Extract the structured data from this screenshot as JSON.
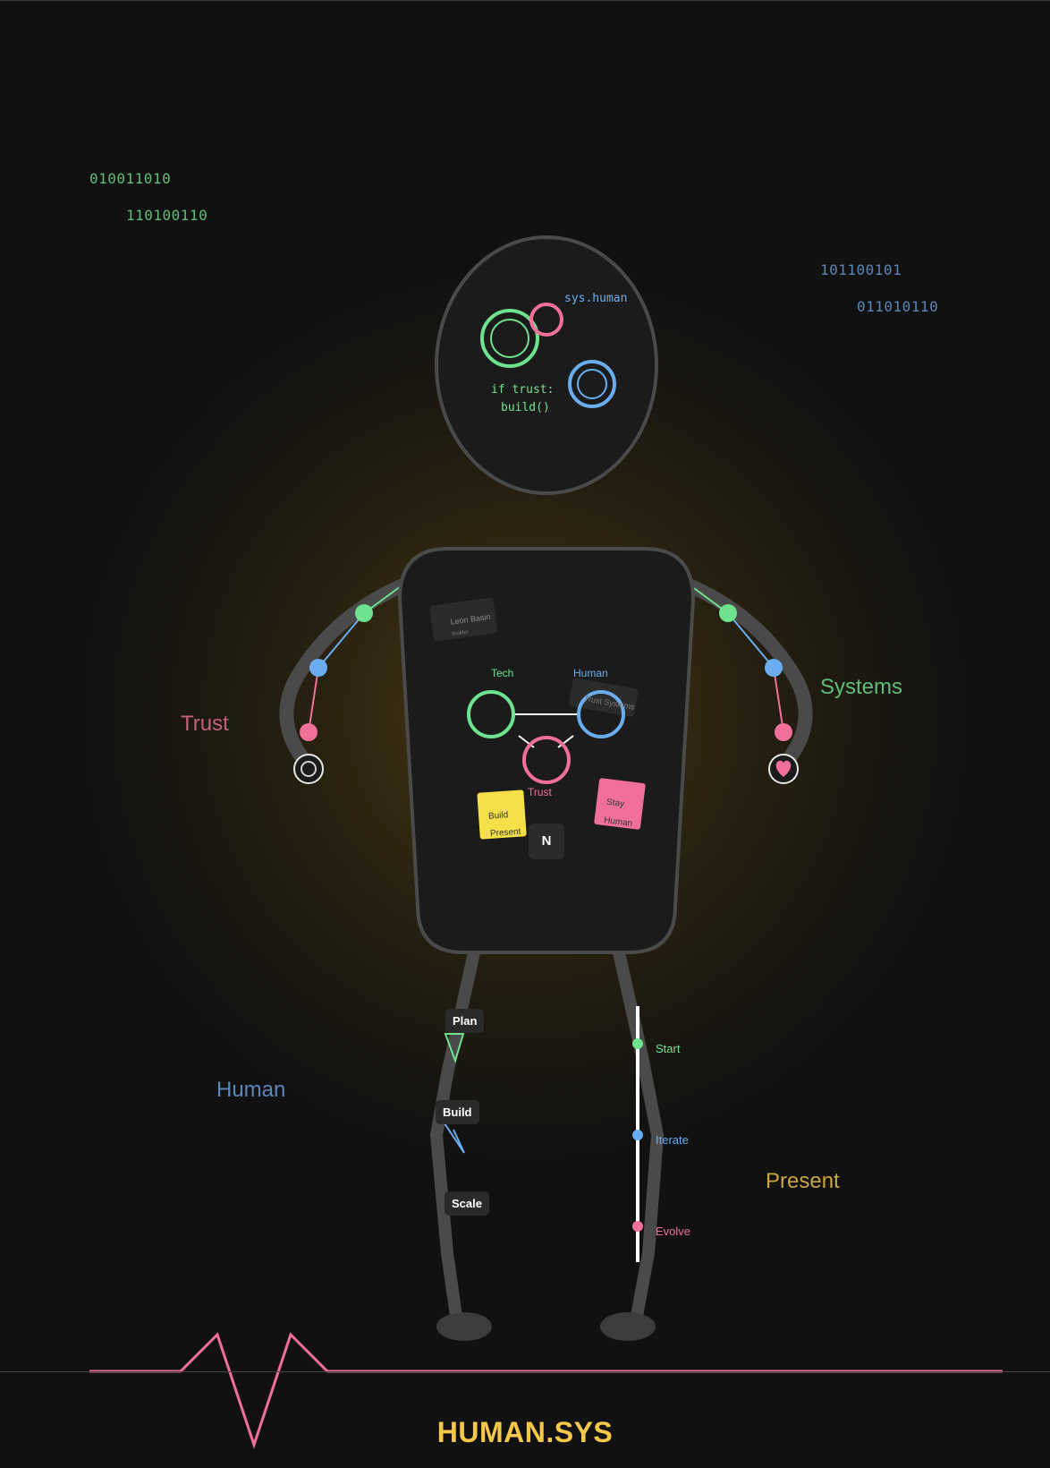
{
  "binary": {
    "top_left_1": "010011010",
    "top_left_2": "110100110",
    "top_right_1": "101100101",
    "top_right_2": "011010110"
  },
  "side_words": {
    "trust": "Trust",
    "systems": "Systems",
    "human": "Human",
    "present": "Present"
  },
  "head": {
    "label": "sys.human",
    "code_line_1": "if trust:",
    "code_line_2": "build()"
  },
  "torso": {
    "name_card_title": "Leon Basin",
    "name_card_sub": "Builder",
    "node_tech": "Tech",
    "node_human": "Human",
    "node_trust": "Trust",
    "trust_systems_card": "Trust Systems",
    "note_yellow_line1": "Build",
    "note_yellow_line2": "Present",
    "note_pink_line1": "Stay",
    "note_pink_line2": "Human",
    "badge": "N"
  },
  "left_leg": {
    "plan": "Plan",
    "build": "Build",
    "scale": "Scale"
  },
  "right_leg": {
    "start": "Start",
    "iterate": "Iterate",
    "evolve": "Evolve"
  },
  "footer": {
    "title": "HUMAN.SYS"
  },
  "colors": {
    "green": "#6ee38f",
    "blue": "#6aaef0",
    "pink": "#f0709a",
    "yellow": "#f5c84a",
    "body": "#1b1b1b",
    "stroke": "#4a4a4a"
  }
}
